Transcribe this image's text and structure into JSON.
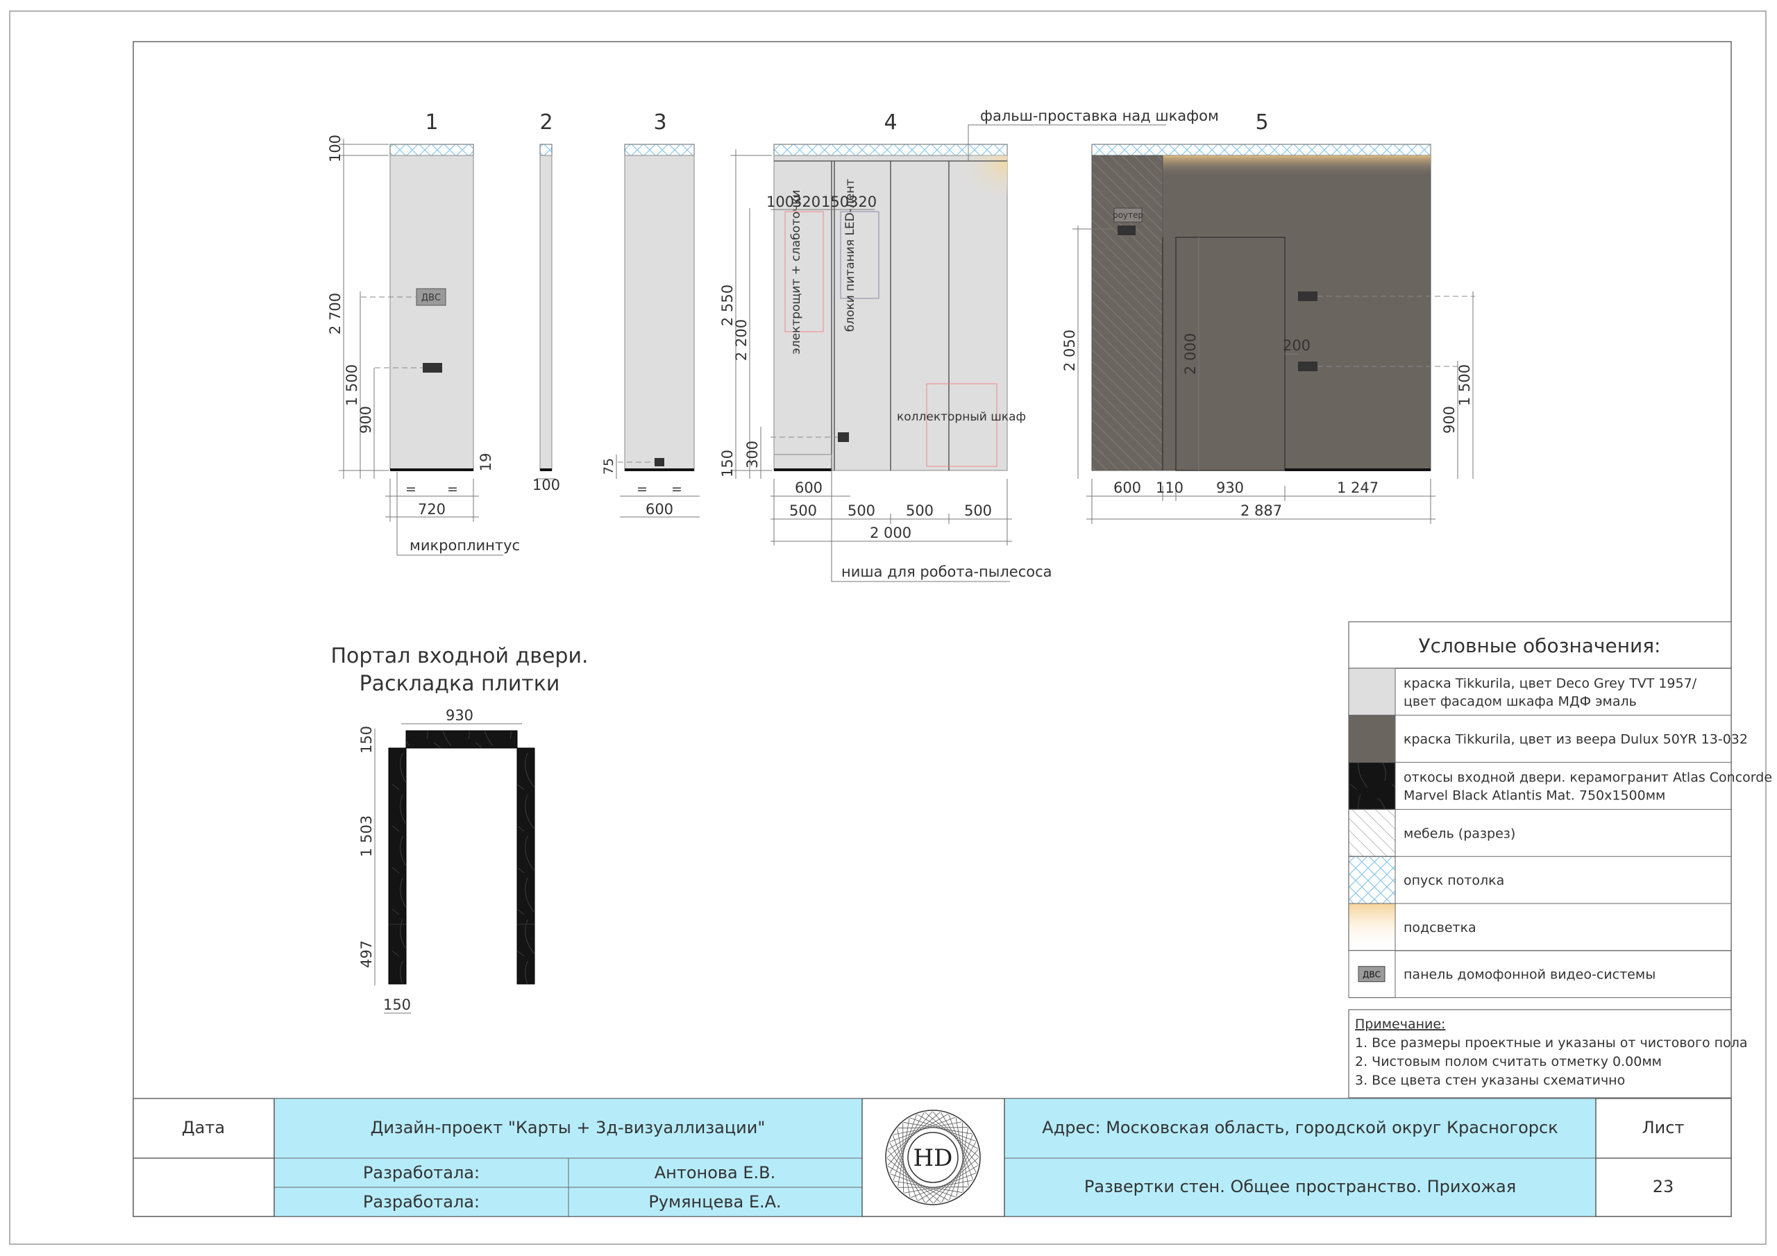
{
  "elevations": {
    "labels": [
      "1",
      "2",
      "3",
      "4",
      "5"
    ],
    "e1": {
      "h100": "100",
      "h2700": "2 700",
      "h1500": "1 500",
      "h900": "900",
      "h19": "19",
      "eq1": "=",
      "eq2": "=",
      "w720": "720",
      "plinth_note": "микроплинтус",
      "dvs": "ДВС"
    },
    "e2": {
      "w100": "100"
    },
    "e3": {
      "h75": "75",
      "eq1": "=",
      "eq2": "=",
      "w600": "600"
    },
    "e4": {
      "top_note": "фальш-проставка над шкафом",
      "d100": "100",
      "d320a": "320",
      "d150": "150",
      "d320b": "320",
      "h2550": "2 550",
      "h2200": "2 200",
      "h300": "300",
      "h150": "150",
      "box1": "электрощит + слаботочки",
      "box2": "блоки питания LED-лент",
      "box3": "коллекторный шкаф",
      "w600": "600",
      "w500a": "500",
      "w500b": "500",
      "w500c": "500",
      "w500d": "500",
      "w2000": "2 000",
      "niche_note": "ниша для робота-пылесоса"
    },
    "e5": {
      "router": "роутер",
      "h2050": "2 050",
      "h2000": "2 000",
      "d200": "200",
      "h900": "900",
      "h1500": "1 500",
      "w600": "600",
      "w110": "110",
      "w930": "930",
      "w1247": "1 247",
      "w2887": "2 887"
    }
  },
  "portal": {
    "title1": "Портал входной двери.",
    "title2": "Раскладка плитки",
    "w930": "930",
    "h150": "150",
    "h1503": "1 503",
    "h497": "497",
    "w150": "150"
  },
  "legend": {
    "title": "Условные обозначения:",
    "items": [
      {
        "line1": "краска Tikkurila, цвет Deco Grey TVT 1957/",
        "line2": "цвет фасадом шкафа МДФ эмаль",
        "swatch": "#dedede"
      },
      {
        "line1": "краска Tikkurila, цвет из веера Dulux 50YR 13-032",
        "line2": "",
        "swatch": "#6b6560"
      },
      {
        "line1": "откосы входной двери. керамогранит Atlas Concorde",
        "line2": "Marvel Black Atlantis Mat. 750х1500мм",
        "swatch": "#141414"
      },
      {
        "line1": "мебель (разрез)",
        "line2": "",
        "swatch": "hatch"
      },
      {
        "line1": "опуск потолка",
        "line2": "",
        "swatch": "cross"
      },
      {
        "line1": "подсветка",
        "line2": "",
        "swatch": "glow"
      },
      {
        "line1": "панель домофонной видео-системы",
        "line2": "",
        "swatch": "dvs",
        "badge": "ДВС"
      }
    ]
  },
  "notes": {
    "heading": "Примечание:",
    "items": [
      "1. Все размеры проектные и указаны от чистового пола",
      "2. Чистовым полом считать отметку 0.00мм",
      "3. Все цвета стен указаны схематично"
    ]
  },
  "stamp": {
    "date_label": "Дата",
    "project": "Дизайн-проект \"Карты + 3д-визуаллизации\"",
    "dev1_label": "Разработала:",
    "dev1_name": "Антонова Е.В.",
    "dev2_label": "Разработала:",
    "dev2_name": "Румянцева Е.А.",
    "logo": "HD",
    "address": "Адрес: Московская область, городской округ Красногорск",
    "sheet_title": "Развертки стен. Общее пространство. Прихожая",
    "sheet_label": "Лист",
    "sheet_number": "23"
  },
  "colors": {
    "stamp_fill": "#b6ecfa",
    "light_wall": "#dedede",
    "dark_wall": "#6b6560",
    "tile": "#141414"
  }
}
